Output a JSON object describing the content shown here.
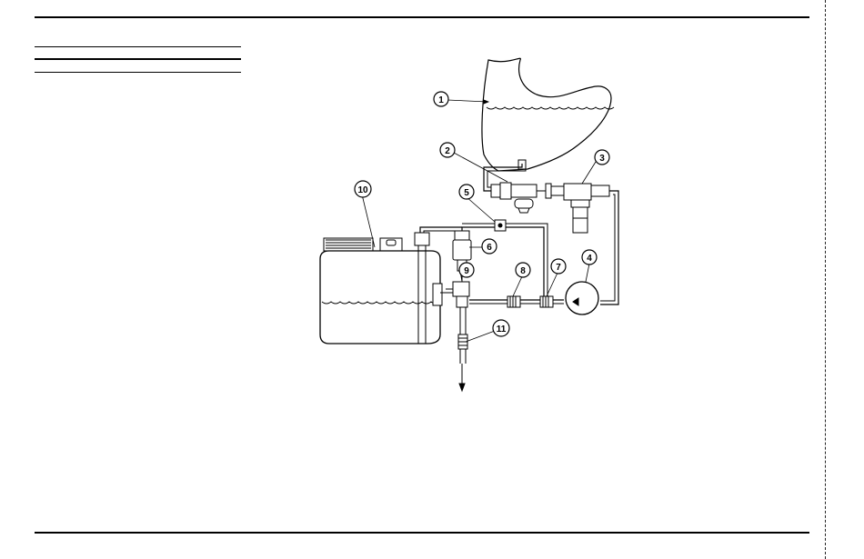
{
  "figure": {
    "callouts": [
      {
        "id": "callout-1",
        "label": "1"
      },
      {
        "id": "callout-2",
        "label": "2"
      },
      {
        "id": "callout-3",
        "label": "3"
      },
      {
        "id": "callout-4",
        "label": "4"
      },
      {
        "id": "callout-5",
        "label": "5"
      },
      {
        "id": "callout-6",
        "label": "6"
      },
      {
        "id": "callout-7",
        "label": "7"
      },
      {
        "id": "callout-8",
        "label": "8"
      },
      {
        "id": "callout-9",
        "label": "9"
      },
      {
        "id": "callout-10",
        "label": "10"
      },
      {
        "id": "callout-11",
        "label": "11"
      }
    ],
    "colors": {
      "ink": "#000000",
      "paper": "#ffffff"
    }
  }
}
